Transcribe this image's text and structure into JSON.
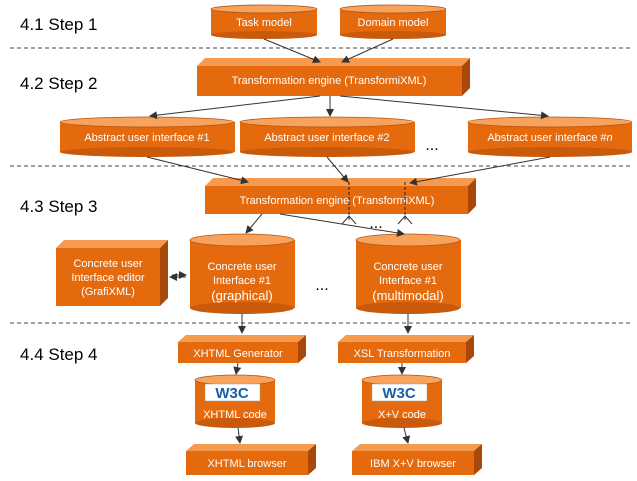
{
  "steps": {
    "s1": "4.1 Step 1",
    "s2": "4.2 Step 2",
    "s3": "4.3 Step 3",
    "s4": "4.4 Step 4"
  },
  "nodes": {
    "task_model": "Task model",
    "domain_model": "Domain model",
    "transform_engine_1": "Transformation engine (TransformiXML)",
    "aui_1": "Abstract user interface #1",
    "aui_2": "Abstract user interface #2",
    "aui_n_prefix": "Abstract user interface #",
    "aui_n_suffix": "n",
    "transform_engine_2": "Transformation engine (TransformiXML)",
    "cui_editor": [
      "Concrete user",
      "Interface editor",
      "(GrafiXML)"
    ],
    "cui_graphical": [
      "Concrete user",
      "Interface #1",
      "(graphical)"
    ],
    "cui_multimodal": [
      "Concrete user",
      "Interface #1",
      "(multimodal)"
    ],
    "xhtml_generator": "XHTML Generator",
    "xsl_transformation": "XSL Transformation",
    "xhtml_code": "XHTML code",
    "xv_code": "X+V code",
    "xhtml_browser": "XHTML browser",
    "ibm_browser": "IBM X+V browser",
    "w3c_logo": "W3C"
  },
  "ellipsis": "...",
  "colors": {
    "orange": "#e56a0e",
    "orange_light": "#f59a4e",
    "orange_dark": "#a8480a"
  }
}
